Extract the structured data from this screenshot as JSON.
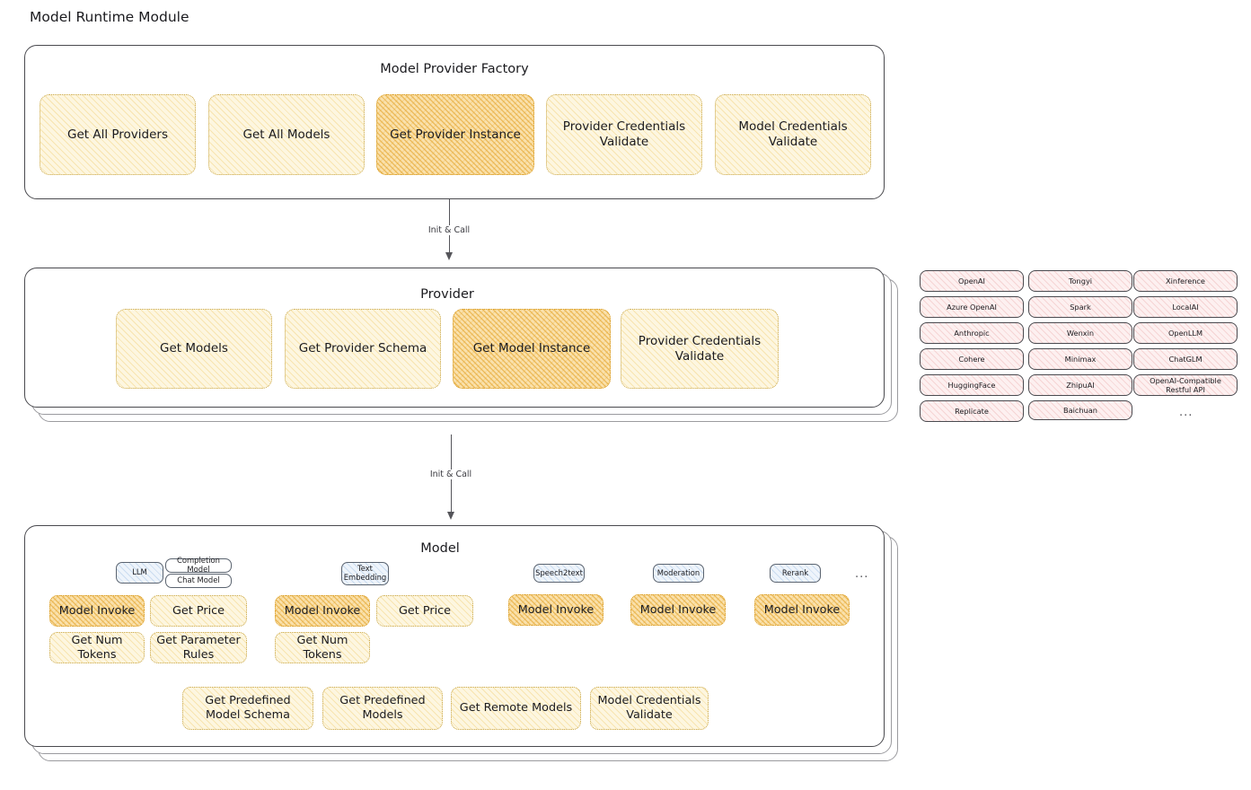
{
  "page": {
    "title": "Model Runtime Module",
    "colors": {
      "highlight_fill": "#fae1ac",
      "normal_fill": "#fdf6e0",
      "provider_chip_fill": "#fdf0f0",
      "badge_fill": "#eef4fb",
      "stroke": "#4a4a4f"
    }
  },
  "factory": {
    "title": "Model Provider Factory",
    "boxes": [
      {
        "label": "Get All Providers",
        "highlighted": false
      },
      {
        "label": "Get All Models",
        "highlighted": false
      },
      {
        "label": "Get Provider Instance",
        "highlighted": true
      },
      {
        "label": "Provider Credentials Validate",
        "highlighted": false
      },
      {
        "label": "Model Credentials Validate",
        "highlighted": false
      }
    ]
  },
  "arrows": [
    {
      "label": "Init & Call"
    },
    {
      "label": "Init & Call"
    }
  ],
  "provider": {
    "title": "Provider",
    "boxes": [
      {
        "label": "Get Models",
        "highlighted": false
      },
      {
        "label": "Get Provider Schema",
        "highlighted": false
      },
      {
        "label": "Get Model Instance",
        "highlighted": true
      },
      {
        "label": "Provider Credentials Validate",
        "highlighted": false
      }
    ]
  },
  "provider_list": {
    "columns": [
      [
        "OpenAI",
        "Azure OpenAI",
        "Anthropic",
        "Cohere",
        "HuggingFace",
        "Replicate"
      ],
      [
        "Tongyi",
        "Spark",
        "Wenxin",
        "Minimax",
        "ZhipuAI",
        "Baichuan"
      ],
      [
        "Xinference",
        "LocalAI",
        "OpenLLM",
        "ChatGLM",
        "OpenAI-Compatible Restful API"
      ]
    ],
    "more": "..."
  },
  "model": {
    "title": "Model",
    "more": "...",
    "types": [
      {
        "name": "LLM",
        "sub_badges": [
          "Completion Model",
          "Chat Model"
        ],
        "boxes": [
          {
            "label": "Model Invoke",
            "highlighted": true
          },
          {
            "label": "Get Price",
            "highlighted": false
          },
          {
            "label": "Get Num Tokens",
            "highlighted": false
          },
          {
            "label": "Get Parameter Rules",
            "highlighted": false
          }
        ]
      },
      {
        "name": "Text Embedding",
        "sub_badges": [],
        "boxes": [
          {
            "label": "Model Invoke",
            "highlighted": true
          },
          {
            "label": "Get Price",
            "highlighted": false
          },
          {
            "label": "Get Num Tokens",
            "highlighted": false
          }
        ]
      },
      {
        "name": "Speech2text",
        "sub_badges": [],
        "boxes": [
          {
            "label": "Model Invoke",
            "highlighted": true
          }
        ]
      },
      {
        "name": "Moderation",
        "sub_badges": [],
        "boxes": [
          {
            "label": "Model Invoke",
            "highlighted": true
          }
        ]
      },
      {
        "name": "Rerank",
        "sub_badges": [],
        "boxes": [
          {
            "label": "Model Invoke",
            "highlighted": true
          }
        ]
      }
    ],
    "common_boxes": [
      "Get Predefined Model Schema",
      "Get Predefined Models",
      "Get Remote Models",
      "Model Credentials Validate"
    ]
  }
}
